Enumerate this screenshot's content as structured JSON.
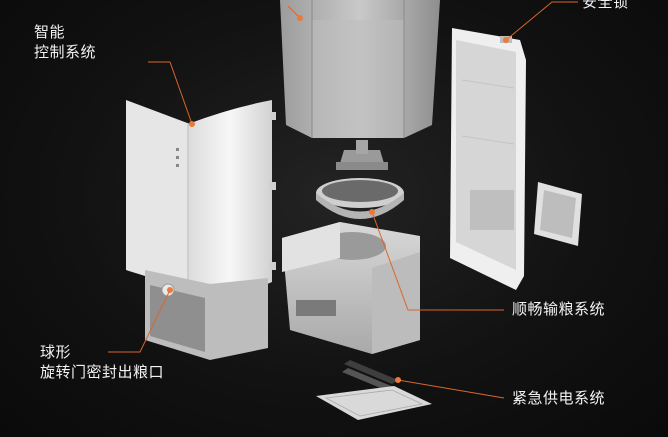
{
  "labels": {
    "smart_control": [
      "智能",
      "控制系统"
    ],
    "safety_lock": "安全锁",
    "smooth_feeding": "顺畅输粮系统",
    "ball_rotary_door": [
      "球形",
      "旋转门密封出粮口"
    ],
    "emergency_power": "紧急供电系统"
  },
  "colors": {
    "background": "#111111",
    "callout_line": "#d9662b",
    "callout_dot": "#e87a3a",
    "text": "#f2f2f2"
  }
}
